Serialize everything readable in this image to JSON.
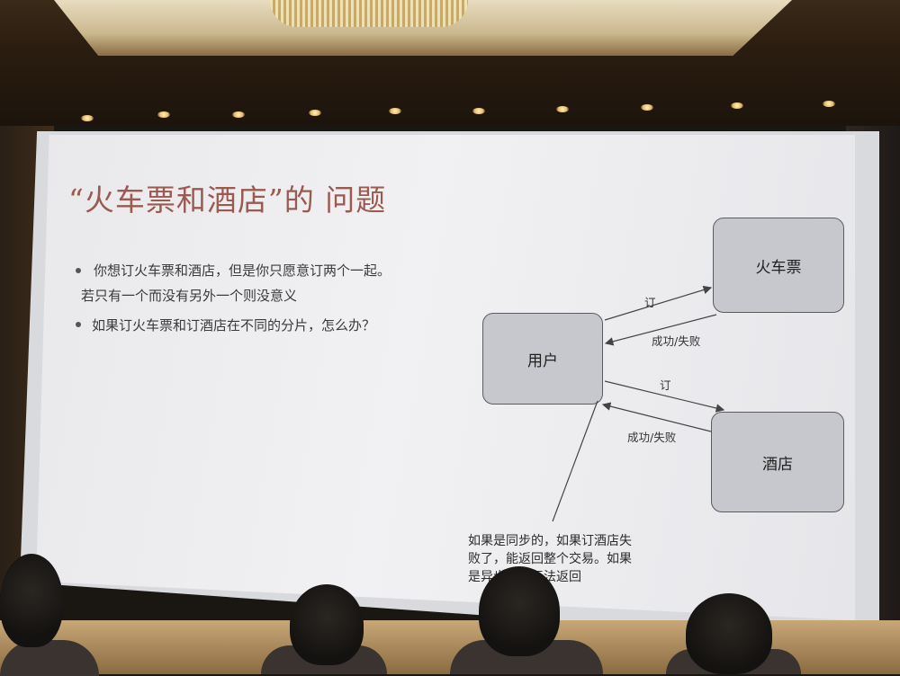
{
  "slide": {
    "title": "“火车票和酒店”的 问题",
    "bullets": [
      "你想订火车票和酒店，但是你只愿意订两个一起。",
      "若只有一个而没有另外一个则没意义",
      "如果订火车票和订酒店在不同的分片，怎么办？"
    ]
  },
  "diagram": {
    "user_label": "用户",
    "train_label": "火车票",
    "hotel_label": "酒店",
    "book_label_1": "订",
    "result_label_1": "成功/失败",
    "book_label_2": "订",
    "result_label_2": "成功/失败",
    "note_lines": [
      "如果是同步的，如果订酒店失",
      "败了，能返回整个交易。如果",
      "是异步的，无法返回"
    ]
  },
  "colors": {
    "title": "#9b5a50",
    "box_fill": "#c6c8cd",
    "box_border": "#5a5c62"
  }
}
